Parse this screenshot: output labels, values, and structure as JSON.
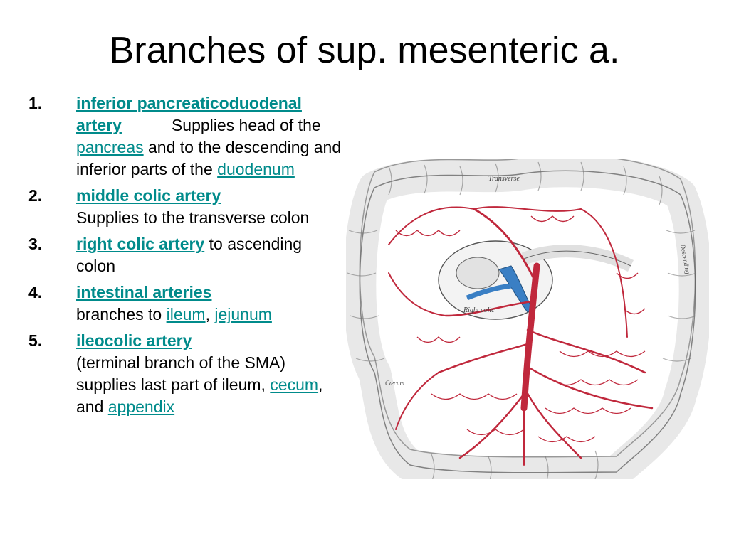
{
  "title": "Branches of sup. mesenteric a.",
  "items": [
    {
      "num": "1.",
      "term": "inferior pancreaticoduodenal artery",
      "d1": "Supplies head of the ",
      "l1": "pancreas",
      "d2": " and to the descending and inferior parts of the ",
      "l2": "duodenum"
    },
    {
      "num": "2.",
      "term": "middle colic artery",
      "d1": "Supplies to the transverse colon"
    },
    {
      "num": "3.",
      "term": "right colic artery",
      "d1": " to ascending colon"
    },
    {
      "num": "4.",
      "term": "intestinal arteries",
      "d1": "branches to ",
      "l1": "ileum",
      "sep": ",  ",
      "l2": "jejunum"
    },
    {
      "num": "5.",
      "term": "ileocolic artery",
      "d1": "(terminal branch of the SMA) supplies last part of ileum, ",
      "l1": "cecum",
      "d2": ", and ",
      "l2": "appendix"
    }
  ],
  "figure": {
    "labels": {
      "transverse": "Transverse",
      "descending": "Descending",
      "right_colic": "Right colic",
      "cecum": "Cæcum"
    },
    "colors": {
      "artery": "#c0283c",
      "vein": "#3a7fc4",
      "bowel": "#e8e8e8",
      "outline": "#555555"
    }
  }
}
